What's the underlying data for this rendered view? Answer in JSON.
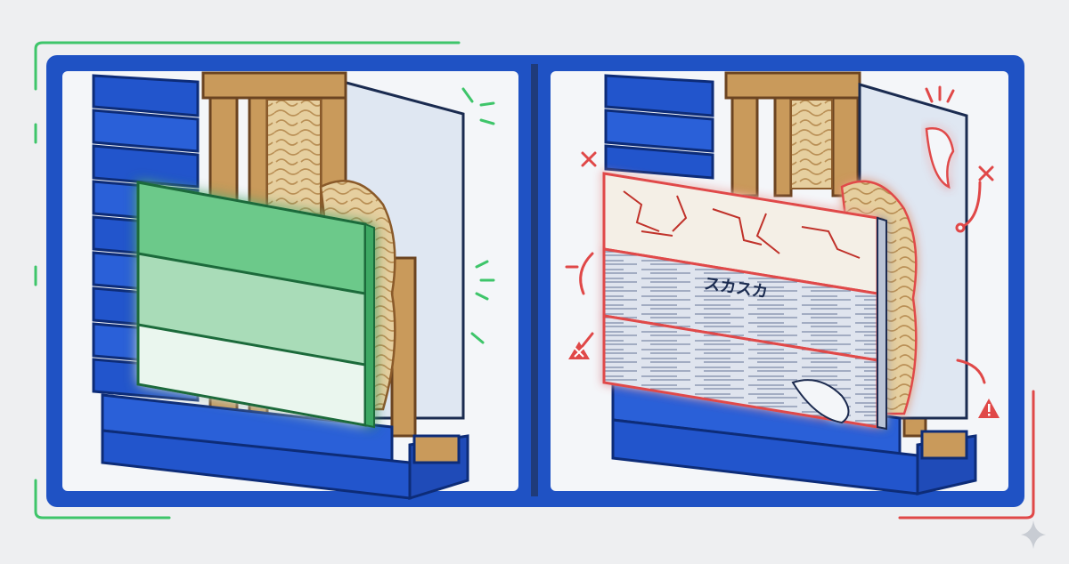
{
  "colors": {
    "background": "#eeeff1",
    "frame_blue": "#1f52c4",
    "siding_blue": "#2255cc",
    "siding_blue_dark": "#123a9a",
    "panel_white": "#f6f8fb",
    "wood": "#c99a5b",
    "wood_dark": "#8a5a2a",
    "insulation": "#e6cf9f",
    "insulation_line": "#b98f55",
    "drywall": "#dfe7f2",
    "good_green": "#3ec56a",
    "good_green_fill": "#8fd9a6",
    "bad_red": "#e04848",
    "cracked_fill": "#f4efe6"
  },
  "left_panel": {
    "state": "good",
    "accent": "green",
    "new_siding_layers": 3
  },
  "right_panel": {
    "state": "bad",
    "accent": "red",
    "damaged_label": "スカスカ",
    "icons": [
      "close-icon",
      "close-icon",
      "warning-icon",
      "warning-icon"
    ]
  }
}
